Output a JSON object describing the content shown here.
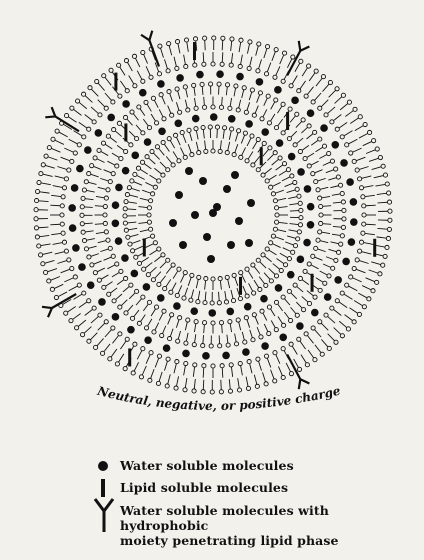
{
  "charge_label": "Neutral, negative, or positive charge",
  "legend": {
    "water_soluble": "Water soluble molecules",
    "lipid_soluble": "Lipid soluble molecules",
    "hydrophobic_line1": "Water soluble molecules with hydrophobic",
    "hydrophobic_line2": "moiety penetrating lipid phase"
  },
  "legend_symbols": [
    "filled-circle-dot",
    "vertical-bar",
    "y-shaped-molecule"
  ],
  "colors": {
    "ink": "#111111",
    "paper": "#f2f1ec"
  },
  "bilayers": 3
}
